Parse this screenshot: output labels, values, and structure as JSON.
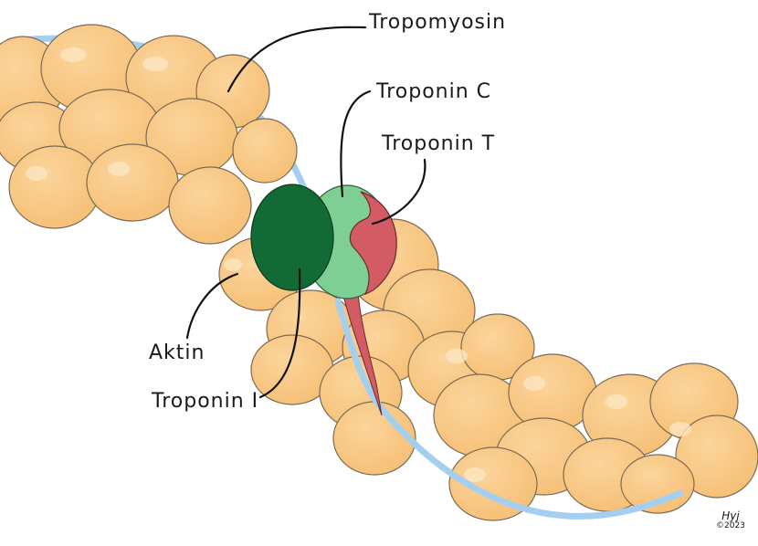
{
  "labels": {
    "tropomyosin": "Tropomyosin",
    "troponin_c": "Troponin C",
    "troponin_t": "Troponin T",
    "aktin": "Aktin",
    "troponin_i": "Troponin I"
  },
  "signature": {
    "mark": "Hyj",
    "year": "©2023"
  },
  "colors": {
    "actin": "#f8c47e",
    "actin_outline": "#7a6a55",
    "tropomyosin": "#a4cfee",
    "troponin_i": "#126b34",
    "troponin_c": "#7fcf95",
    "troponin_t": "#d25b64",
    "leader_line": "#111111"
  }
}
